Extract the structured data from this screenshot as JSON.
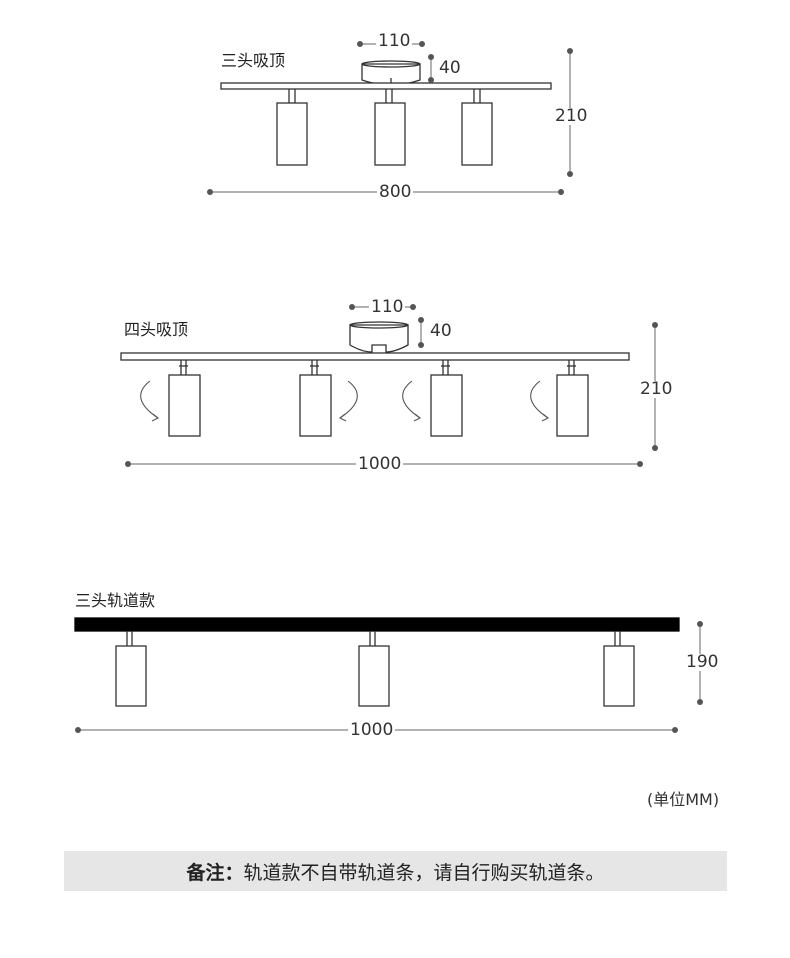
{
  "sections": [
    {
      "title": "三头吸顶",
      "base_width": "110",
      "base_height": "40",
      "total_height": "210",
      "total_length": "800"
    },
    {
      "title": "四头吸顶",
      "base_width": "110",
      "base_height": "40",
      "total_height": "210",
      "total_length": "1000"
    },
    {
      "title": "三头轨道款",
      "total_height": "190",
      "total_length": "1000"
    }
  ],
  "unit_label": "(单位MM)",
  "note": {
    "label": "备注：",
    "text": "轨道款不自带轨道条，请自行购买轨道条。"
  },
  "colors": {
    "line": "#333333",
    "dot": "#555555",
    "track": "#000000",
    "note_bg": "#e6e6e6"
  }
}
